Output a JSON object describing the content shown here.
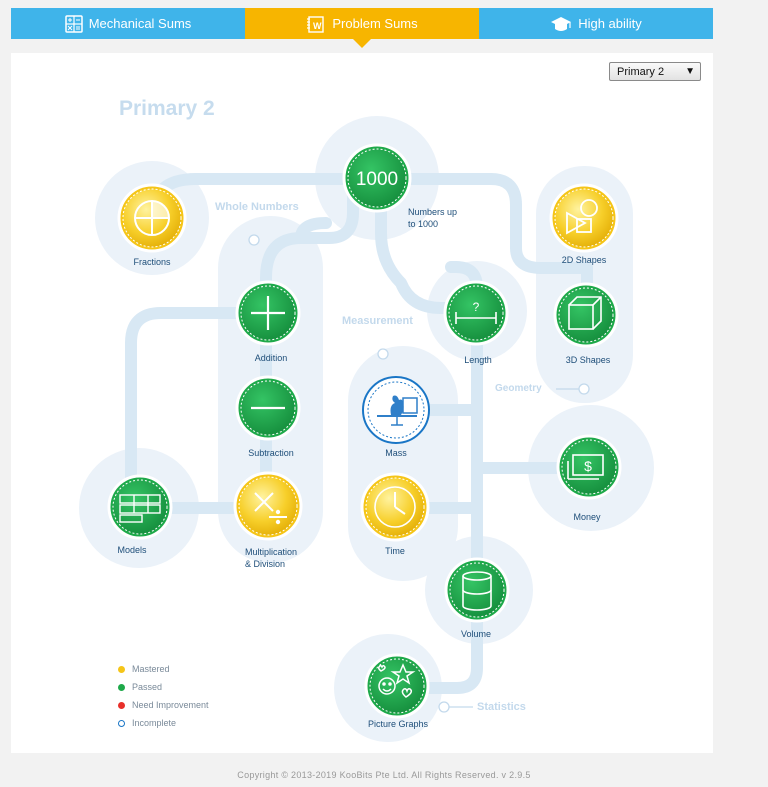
{
  "tabs": [
    {
      "label": "Mechanical Sums",
      "icon": "calculator-icon",
      "active": false
    },
    {
      "label": "Problem Sums",
      "icon": "notebook-icon",
      "active": true
    },
    {
      "label": "High ability",
      "icon": "graduation-cap-icon",
      "active": false
    }
  ],
  "level_select": {
    "value": "Primary 2"
  },
  "page_title": "Primary 2",
  "sections": {
    "whole_numbers": "Whole Numbers",
    "measurement": "Measurement",
    "geometry": "Geometry",
    "statistics": "Statistics"
  },
  "topics": {
    "fractions": {
      "label": "Fractions",
      "status": "Mastered"
    },
    "numbers_1000": {
      "label": "Numbers up to 1000",
      "line1": "Numbers up",
      "line2": "to 1000",
      "badge_text": "1000",
      "status": "Passed"
    },
    "shapes_2d": {
      "label": "2D Shapes",
      "status": "Mastered"
    },
    "shapes_3d": {
      "label": "3D Shapes",
      "status": "Passed"
    },
    "addition": {
      "label": "Addition",
      "status": "Passed"
    },
    "length": {
      "label": "Length",
      "status": "Passed"
    },
    "subtraction": {
      "label": "Subtraction",
      "status": "Passed"
    },
    "mass": {
      "label": "Mass",
      "status": "Incomplete"
    },
    "money": {
      "label": "Money",
      "status": "Passed"
    },
    "models": {
      "label": "Models",
      "status": "Passed"
    },
    "multiplication_division": {
      "label": "Multiplication & Division",
      "line1": "Multiplication",
      "line2": "& Division",
      "status": "Mastered"
    },
    "time": {
      "label": "Time",
      "status": "Mastered"
    },
    "volume": {
      "label": "Volume",
      "status": "Passed"
    },
    "picture_graphs": {
      "label": "Picture Graphs",
      "status": "Passed"
    }
  },
  "legend": [
    {
      "label": "Mastered",
      "color": "#f5c518"
    },
    {
      "label": "Passed",
      "color": "#1ea94a"
    },
    {
      "label": "Need Improvement",
      "color": "#e8302a"
    },
    {
      "label": "Incomplete",
      "color": "#1a76c6"
    }
  ],
  "colors": {
    "tab_blue": "#3fb4ea",
    "tab_active": "#f7b500",
    "passed": "#1ea94a",
    "mastered": "#f5c518"
  },
  "footer": "Copyright © 2013-2019 KooBits Pte Ltd. All Rights Reserved. v 2.9.5"
}
